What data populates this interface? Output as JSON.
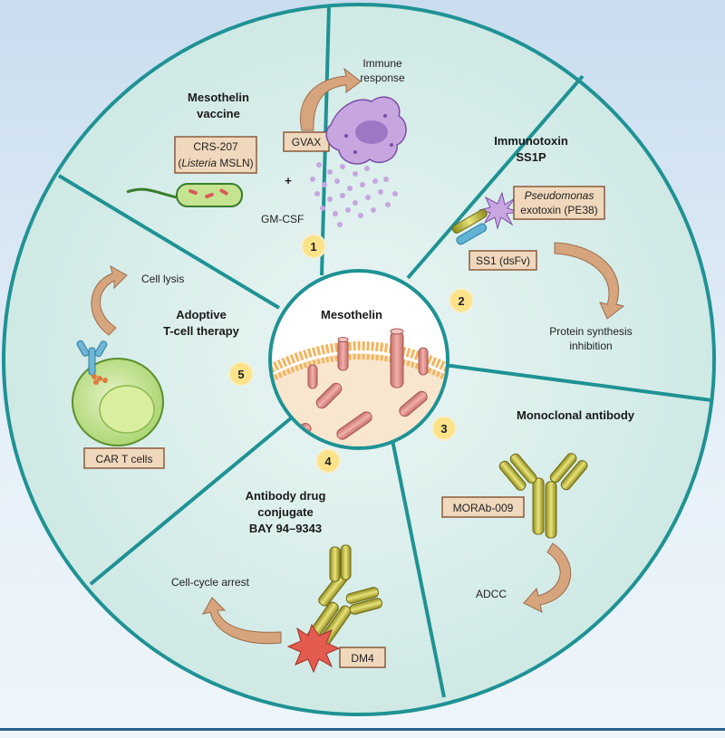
{
  "center": {
    "title": "Mesothelin"
  },
  "sections": {
    "vaccine": {
      "number": "1",
      "title_line1": "Mesothelin",
      "title_line2": "vaccine",
      "box1_line1": "CRS-207",
      "box1_line2_italic": "Listeria",
      "box1_line2_rest": " MSLN)",
      "box1_paren": "(",
      "box2": "GVAX",
      "plus": "+",
      "gmcsf": "GM-CSF",
      "outcome_line1": "Immune",
      "outcome_line2": "response"
    },
    "immunotoxin": {
      "number": "2",
      "title_line1": "Immunotoxin",
      "title_line2": "SS1P",
      "box1_line1_italic": "Pseudomonas",
      "box1_line2": "exotoxin (PE38)",
      "box2": "SS1 (dsFv)",
      "outcome_line1": "Protein synthesis",
      "outcome_line2": "inhibition"
    },
    "monoclonal": {
      "number": "3",
      "title": "Monoclonal antibody",
      "box": "MORAb-009",
      "outcome": "ADCC"
    },
    "adc": {
      "number": "4",
      "title_line1": "Antibody drug",
      "title_line2": "conjugate",
      "title_line3": "BAY 94–9343",
      "box": "DM4",
      "outcome": "Cell-cycle arrest"
    },
    "tcell": {
      "number": "5",
      "title_line1": "Adoptive",
      "title_line2": "T-cell therapy",
      "box": "CAR T cells",
      "outcome": "Cell lysis"
    }
  },
  "colors": {
    "ring_fill": "#d3ece8",
    "ring_stroke": "#1f9294",
    "number_fill": "#fce38a",
    "label_box_fill": "#f0d8bd",
    "arrow_fill": "#d6a57e",
    "cell_green": "#c5e391",
    "antibody_yellow": "#c8c43a",
    "toxin_purple": "#c9a6e2",
    "membrane_orange": "#f4b45c",
    "receptor_pink": "#e2918e",
    "dm4_red": "#e35a4f"
  }
}
